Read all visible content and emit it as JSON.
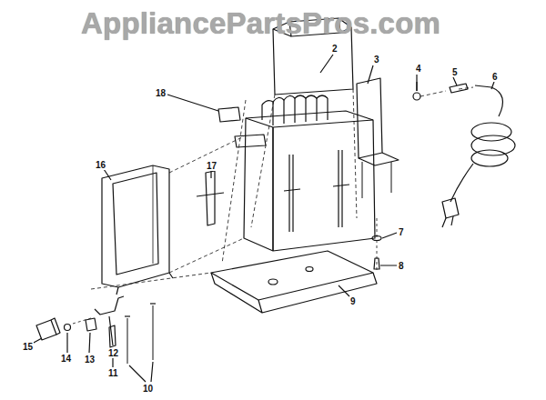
{
  "diagram": {
    "labels": [
      "AppliancePartsPros.com",
      "2",
      "3",
      "4",
      "5",
      "6",
      "18",
      "16",
      "17",
      "15",
      "14",
      "13",
      "12",
      "11",
      "10",
      "9",
      "7",
      "8"
    ]
  }
}
